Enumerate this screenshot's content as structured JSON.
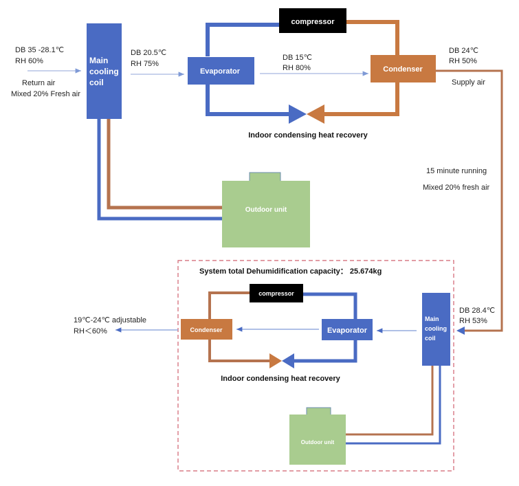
{
  "colors": {
    "blue": "#4a6bc3",
    "copper": "#c87941",
    "pipe_copper": "#b5734f",
    "green": "#a9cc8f",
    "black": "#000000",
    "dash": "#d0606e",
    "arrow": "#7f9ad6"
  },
  "top_system": {
    "inlet": {
      "db": "DB 35 -28.1℃",
      "rh": "RH 60%",
      "label1": "Return air",
      "label2": "Mixed 20% Fresh air"
    },
    "main_coil": {
      "line1": "Main",
      "line2": "cooling",
      "line3": "coil"
    },
    "after_coil": {
      "db": "DB 20.5℃",
      "rh": "RH 75%"
    },
    "evaporator": "Evaporator",
    "compressor": "compressor",
    "after_evap": {
      "db": "DB 15℃",
      "rh": "RH 80%"
    },
    "condenser": "Condenser",
    "supply": {
      "db": "DB 24℃",
      "rh": "RH 50%",
      "label": "Supply air"
    },
    "heat_recovery": "Indoor condensing heat recovery",
    "outdoor_unit": "Outdoor unit"
  },
  "transition": {
    "line1": "15 minute running",
    "line2": "Mixed 20% fresh air"
  },
  "bottom_system": {
    "capacity_label": "System total Dehumidification capacity： 25.674kg",
    "inlet": {
      "db": "DB 28.4℃",
      "rh": "RH 53%"
    },
    "main_coil": {
      "line1": "Main",
      "line2": "cooling",
      "line3": "coil"
    },
    "evaporator": "Evaporator",
    "compressor": "compressor",
    "condenser": "Condenser",
    "heat_recovery": "Indoor condensing heat recovery",
    "outdoor_unit": "Outdoor unit",
    "outlet": {
      "line1": "19℃-24℃ adjustable",
      "line2": "RH＜60%"
    }
  }
}
